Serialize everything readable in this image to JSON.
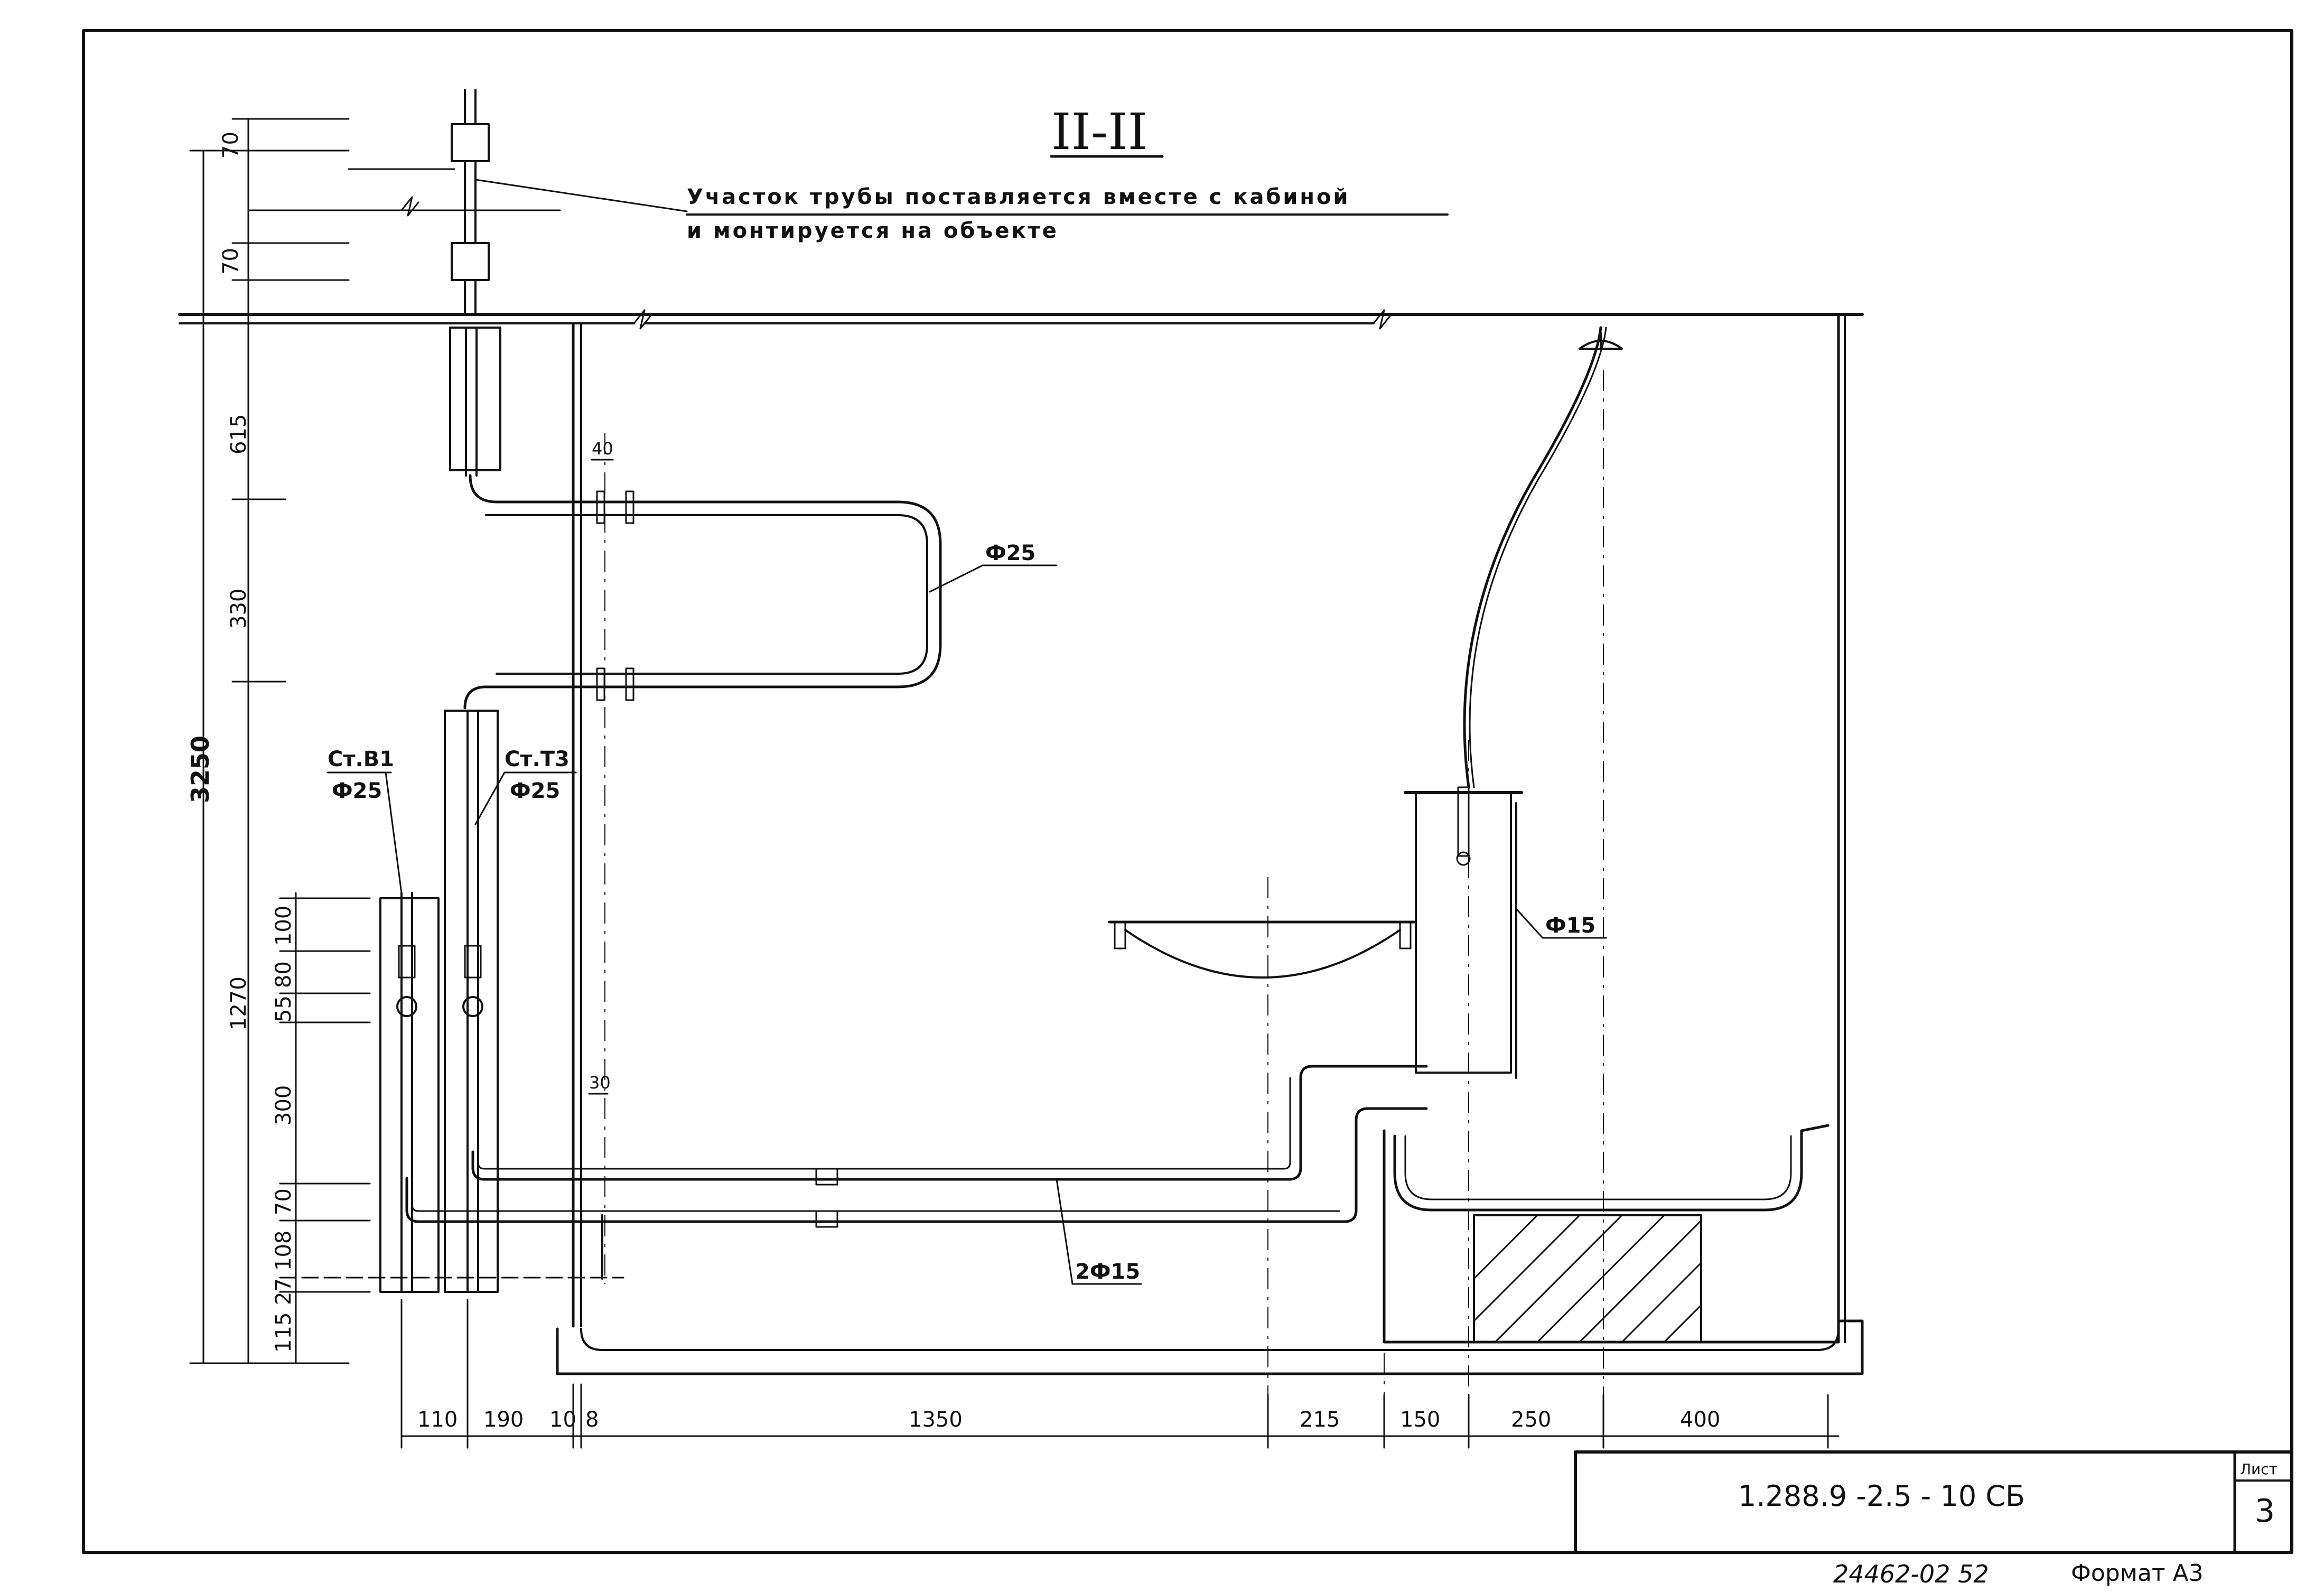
{
  "section_title": "II-II",
  "note": {
    "line1": "Участок трубы поставляется вместе с кабиной",
    "line2": "и монтируется на объекте"
  },
  "labels": {
    "riser_b1": "Ст.В1",
    "riser_b1_dia": "Ф25",
    "riser_t3": "Ст.Т3",
    "riser_t3_dia": "Ф25",
    "towel_dia": "Ф25",
    "shower_dia": "Ф15",
    "bottom_pipes": "2Ф15"
  },
  "dims_vertical": {
    "total": "3250",
    "top_70_a": "70",
    "top_70_b": "70",
    "d615": "615",
    "d330": "330",
    "d1270": "1270",
    "d100": "100",
    "d80": "80",
    "d55": "55",
    "d300": "300",
    "d70": "70",
    "d108": "108",
    "d27": "27",
    "d115": "115"
  },
  "dims_horizontal": {
    "d110": "110",
    "d190": "190",
    "d10": "10",
    "d8": "8",
    "d1350": "1350",
    "d215": "215",
    "d150": "150",
    "d250": "250",
    "d400": "400",
    "d40": "40",
    "d30": "30"
  },
  "title_block": {
    "code": "1.288.9 -2.5 - 10  СБ",
    "sheet_label": "Лист",
    "sheet_number": "3"
  },
  "footer": {
    "inventory": "24462-02  52",
    "format": "Формат А3"
  }
}
